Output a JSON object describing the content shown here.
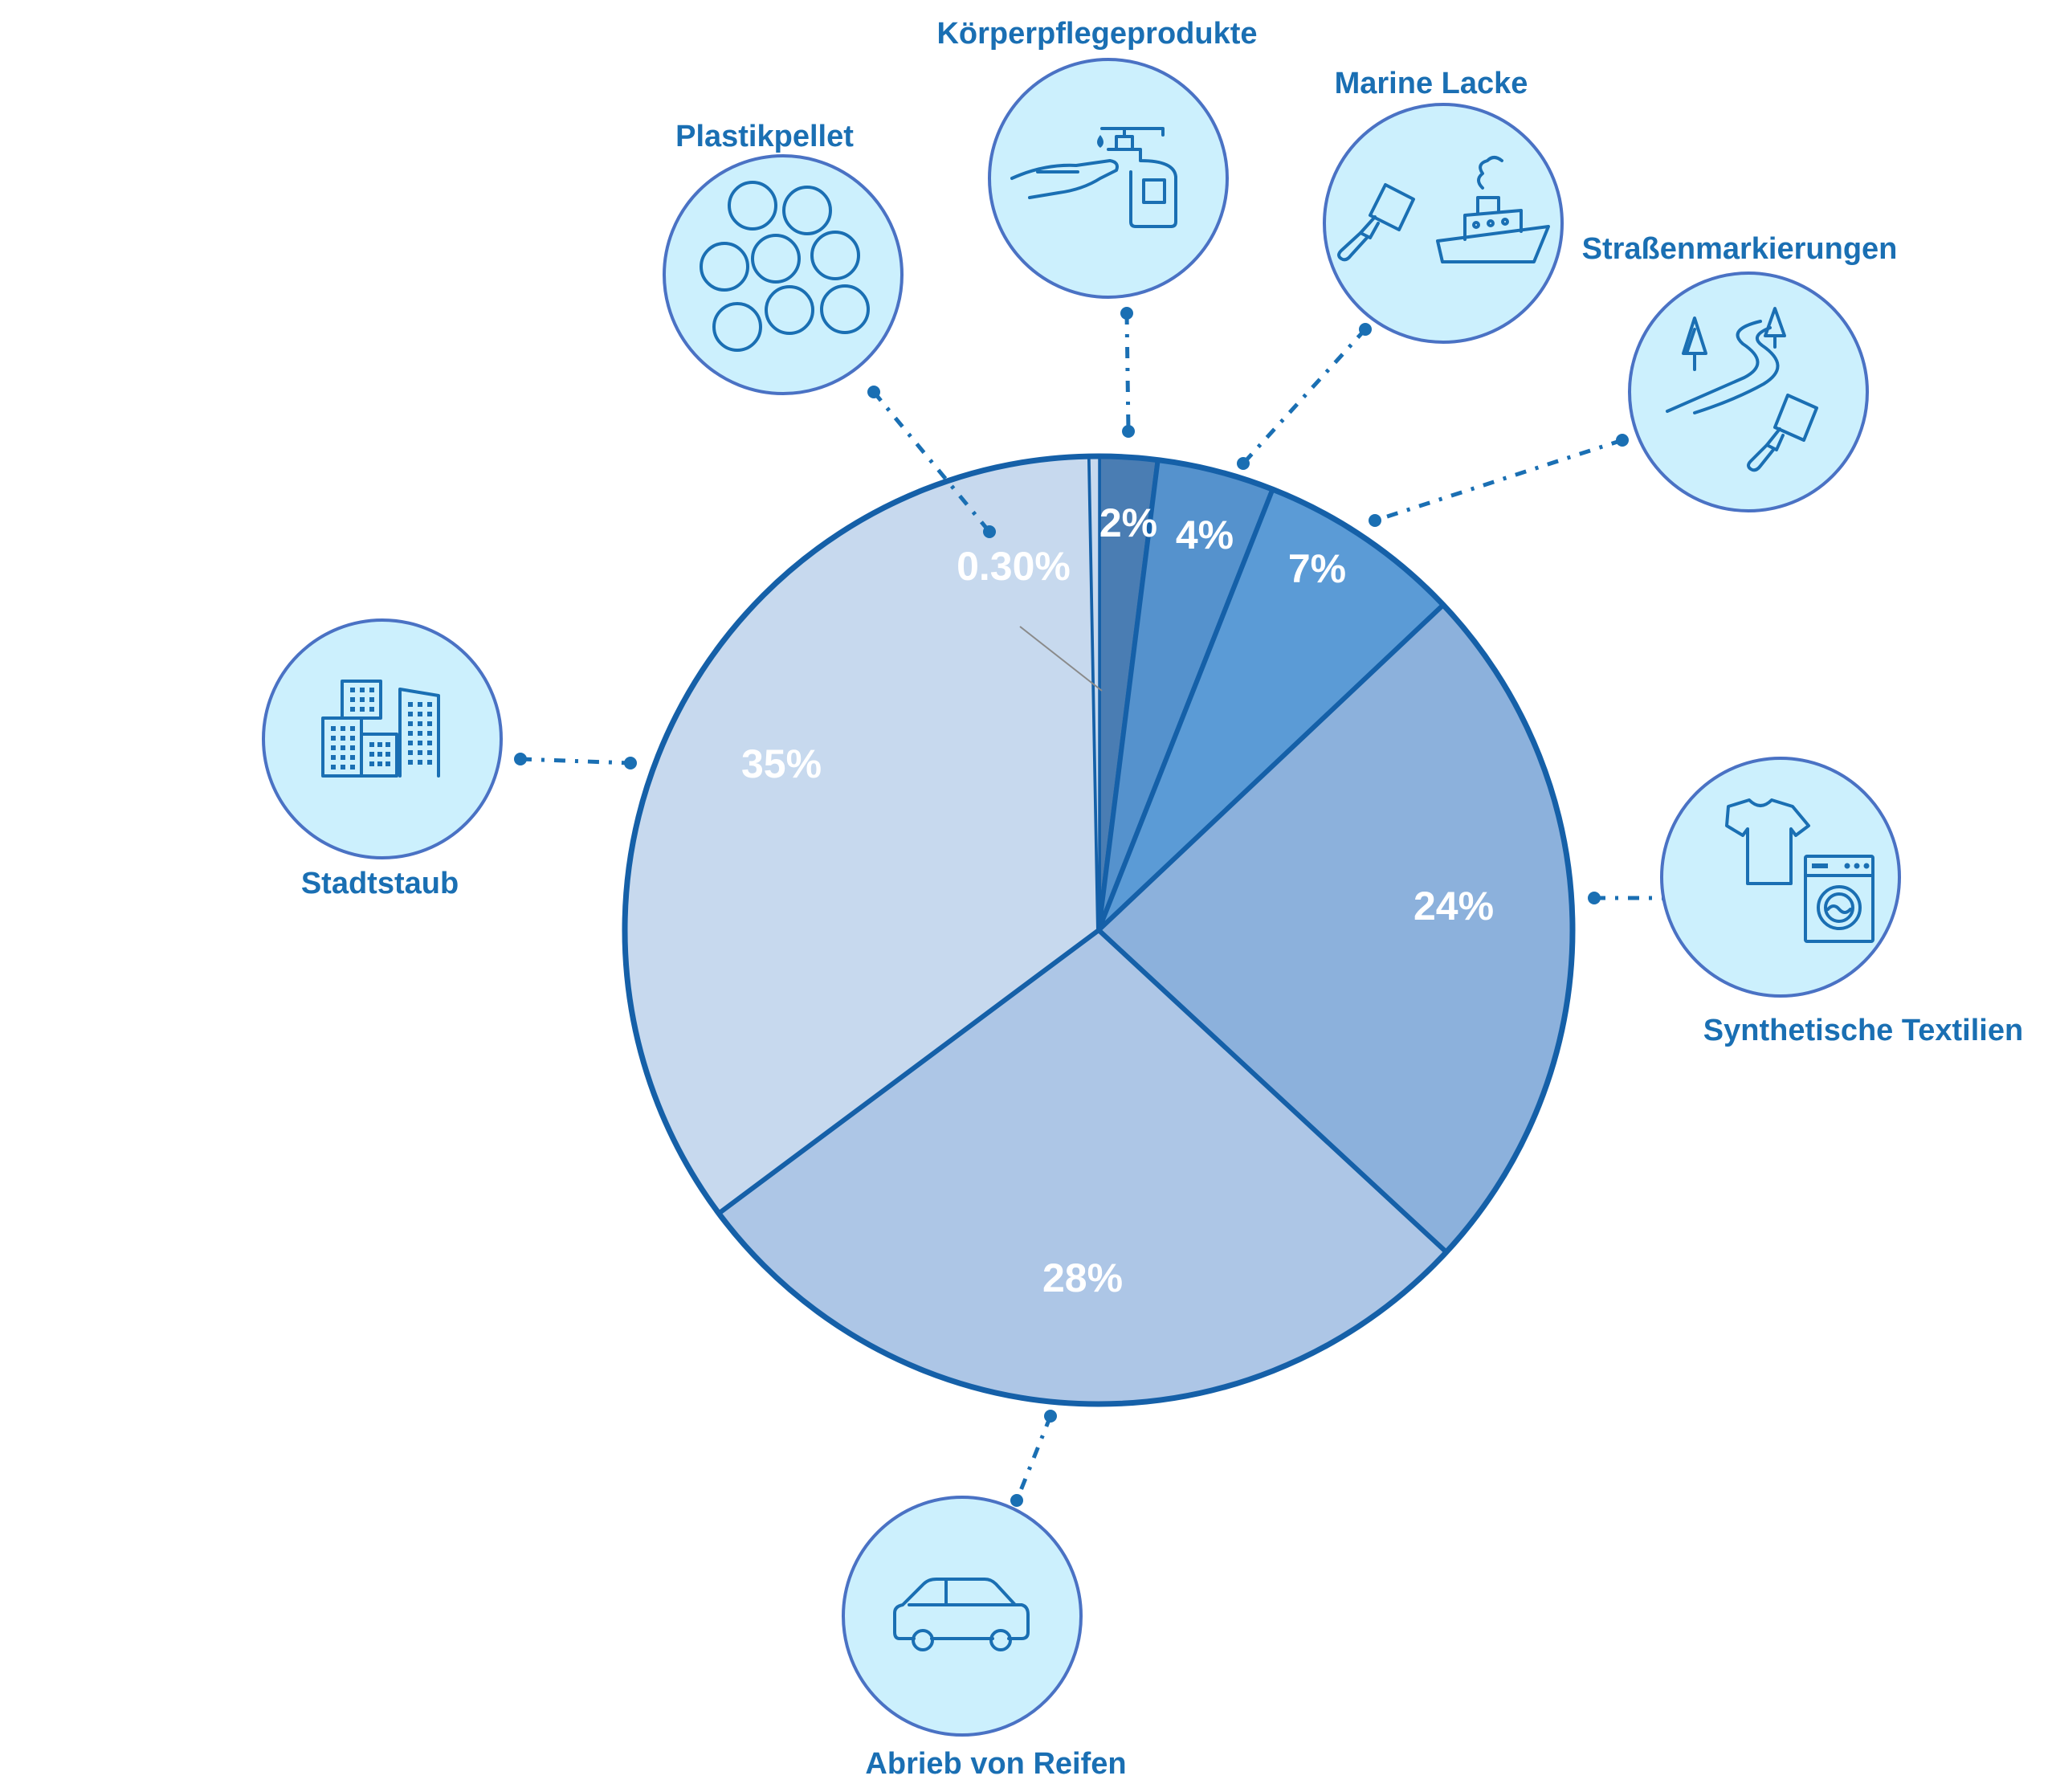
{
  "chart_data": {
    "type": "pie",
    "title": "",
    "start": "top",
    "direction": "clockwise",
    "slices": [
      {
        "label": "Plastikpellet",
        "value": 0.3,
        "display": "0.30%",
        "color": "#c7d9ee"
      },
      {
        "label": "Körperpflegeprodukte",
        "value": 2,
        "display": "2%",
        "color": "#4a7db3"
      },
      {
        "label": "Marine Lacke",
        "value": 4,
        "display": "4%",
        "color": "#5592cd"
      },
      {
        "label": "Straßenmarkierungen",
        "value": 7,
        "display": "7%",
        "color": "#5b9bd6"
      },
      {
        "label": "Synthetische Textilien",
        "value": 24,
        "display": "24%",
        "color": "#8cb1dc"
      },
      {
        "label": "Abrieb von Reifen",
        "value": 28,
        "display": "28%",
        "color": "#adc6e6"
      },
      {
        "label": "Stadtstaub",
        "value": 35,
        "display": "35%",
        "color": "#c7d9ee"
      }
    ],
    "slice_border_color": "#1560a8",
    "label_color": "#1a6fb3",
    "icon_circle_fill": "#ccf0fd",
    "icon_circle_stroke": "#4a72c4",
    "icons": [
      {
        "slice": "Plastikpellet",
        "icon": "pellets-icon"
      },
      {
        "slice": "Körperpflegeprodukte",
        "icon": "soap-dispenser-icon"
      },
      {
        "slice": "Marine Lacke",
        "icon": "ship-paint-icon"
      },
      {
        "slice": "Straßenmarkierungen",
        "icon": "road-paint-icon"
      },
      {
        "slice": "Synthetische Textilien",
        "icon": "shirt-washer-icon"
      },
      {
        "slice": "Abrieb von Reifen",
        "icon": "car-icon"
      },
      {
        "slice": "Stadtstaub",
        "icon": "city-buildings-icon"
      }
    ]
  }
}
